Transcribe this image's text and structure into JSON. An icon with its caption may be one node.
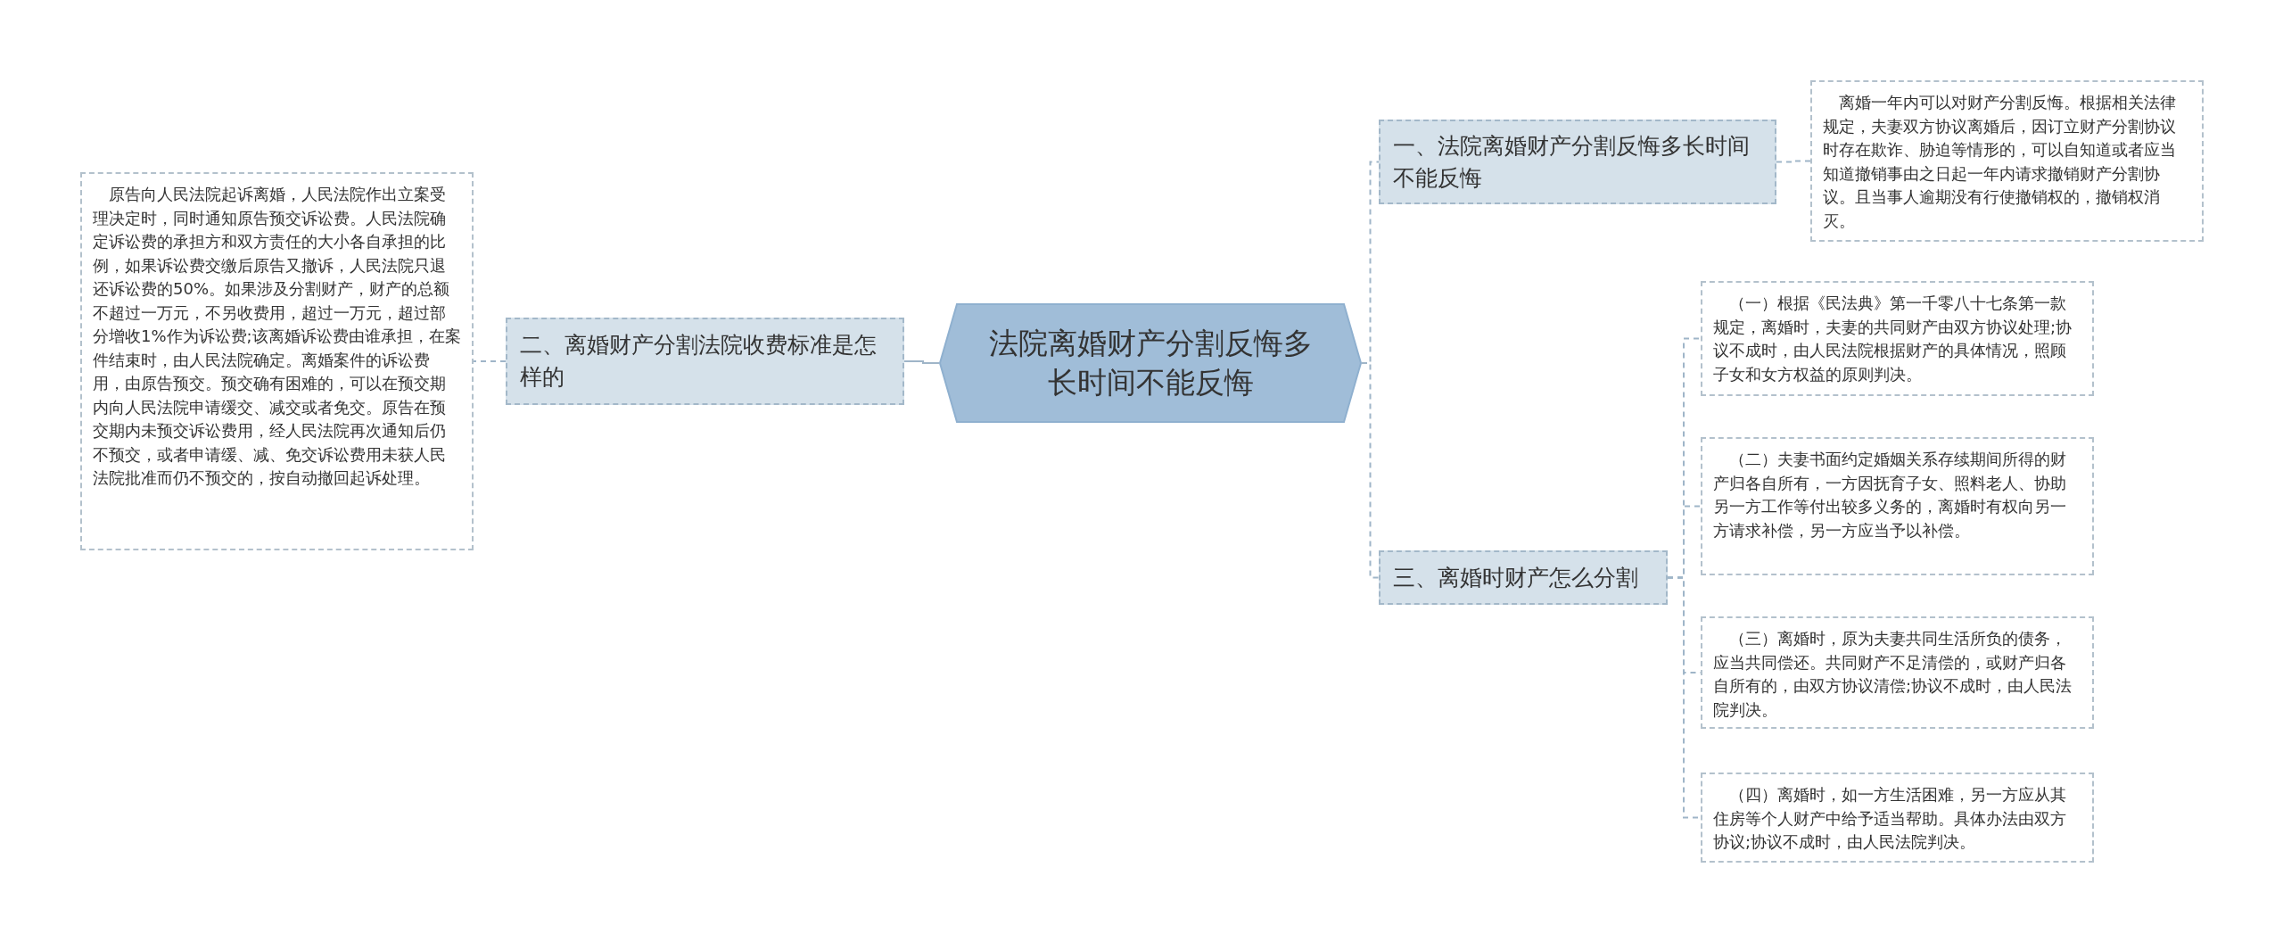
{
  "diagram": {
    "nodes": [
      {
        "text": [
          "法院离婚财产分割反悔多长时间不能反悔"
        ]
      },
      {
        "text": [
          "一、法院离婚财产分割反悔多长时间不能反悔"
        ]
      },
      {
        "text": [
          "离婚一年内可以对财产分割反悔。根据相关法律规定，夫妻双方协议离婚后，因订立财产分割协议时存在欺诈、胁迫等情形的，可以自知道或者应当知道撤销事由之日起一年内请求撤销财产分割协议。且当事人逾期没有行使撤销权的，撤销权消灭。"
        ]
      },
      {
        "text": [
          "二、离婚财产分割法院收费标准是怎样的"
        ]
      },
      {
        "text": [
          "原告向人民法院起诉离婚，人民法院作出立案受理决定时，同时通知原告预交诉讼费。人民法院确定诉讼费的承担方和双方责任的大小各自承担的比例，如果诉讼费交缴后原告又撤诉，人民法院只退还诉讼费的50%。如果涉及分割财产，财产的总额不超过一万元，不另收费用，超过一万元，超过部分增收1%作为诉讼费;该离婚诉讼费由谁承担，在案件结束时，由人民法院确定。离婚案件的诉讼费用，由原告预交。预交确有困难的，可以在预交期内向人民法院申请缓交、减交或者免交。原告在预交期内未预交诉讼费用，经人民法院再次通知后仍不预交，或者申请缓、减、免交诉讼费用未获人民法院批准而仍不预交的，按自动撤回起诉处理。"
        ]
      },
      {
        "text": [
          "三、离婚时财产怎么分割"
        ]
      },
      {
        "text": [
          "（一）根据《民法典》第一千零八十七条第一款规定，离婚时，夫妻的共同财产由双方协议处理;协议不成时，由人民法院根据财产的具体情况，照顾子女和女方权益的原则判决。"
        ]
      },
      {
        "text": [
          "（二）夫妻书面约定婚姻关系存续期间所得的财产归各自所有，一方因抚育子女、照料老人、协助另一方工作等付出较多义务的，离婚时有权向另一方请求补偿，另一方应当予以补偿。"
        ]
      },
      {
        "text": [
          "（三）离婚时，原为夫妻共同生活所负的债务，应当共同偿还。共同财产不足清偿的，或财产归各自所有的，由双方协议清偿;协议不成时，由人民法院判决。"
        ]
      },
      {
        "text": [
          "（四）离婚时，如一方生活困难，另一方应从其住房等个人财产中给予适当帮助。具体办法由双方协议;协议不成时，由人民法院判决。"
        ]
      }
    ],
    "edges": [
      {
        "from": 0,
        "to": 1,
        "arrow": "none",
        "style": "dashed"
      },
      {
        "from": 1,
        "to": 2,
        "arrow": "none",
        "style": "dashed"
      },
      {
        "from": 0,
        "to": 3,
        "arrow": "none"
      },
      {
        "from": 3,
        "to": 4,
        "arrow": "none",
        "style": "dashed"
      },
      {
        "from": 0,
        "to": 5,
        "arrow": "none",
        "style": "dashed"
      },
      {
        "from": 5,
        "to": 6,
        "arrow": "none",
        "style": "dashed"
      },
      {
        "from": 5,
        "to": 7,
        "arrow": "none",
        "style": "dashed"
      },
      {
        "from": 5,
        "to": 8,
        "arrow": "none",
        "style": "dashed"
      },
      {
        "from": 5,
        "to": 9,
        "arrow": "none",
        "style": "dashed"
      }
    ]
  }
}
